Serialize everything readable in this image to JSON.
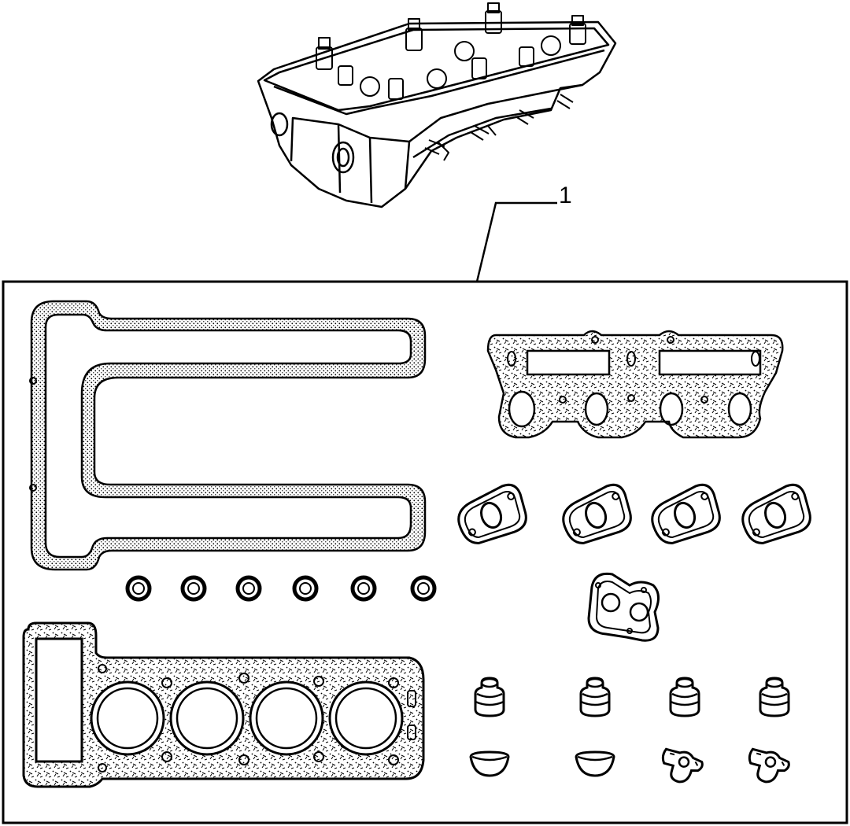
{
  "callouts": [
    {
      "label": "1"
    }
  ],
  "parts": {
    "cylinder_head": {
      "count": 1
    },
    "valve_cover_gasket": {
      "count": 1
    },
    "intake_manifold_gasket": {
      "count": 1
    },
    "exhaust_port_gaskets": {
      "count": 4
    },
    "small_flange_gasket": {
      "count": 1
    },
    "spark_plug_tube_seals": {
      "count": 6
    },
    "head_gasket": {
      "count": 1,
      "bores": 4
    },
    "valve_stem_seals": {
      "count": 4
    },
    "half_moon_plugs": {
      "count": 2
    },
    "clip_seals": {
      "count": 2
    }
  },
  "colors": {
    "line": "#000000",
    "background": "#ffffff"
  }
}
